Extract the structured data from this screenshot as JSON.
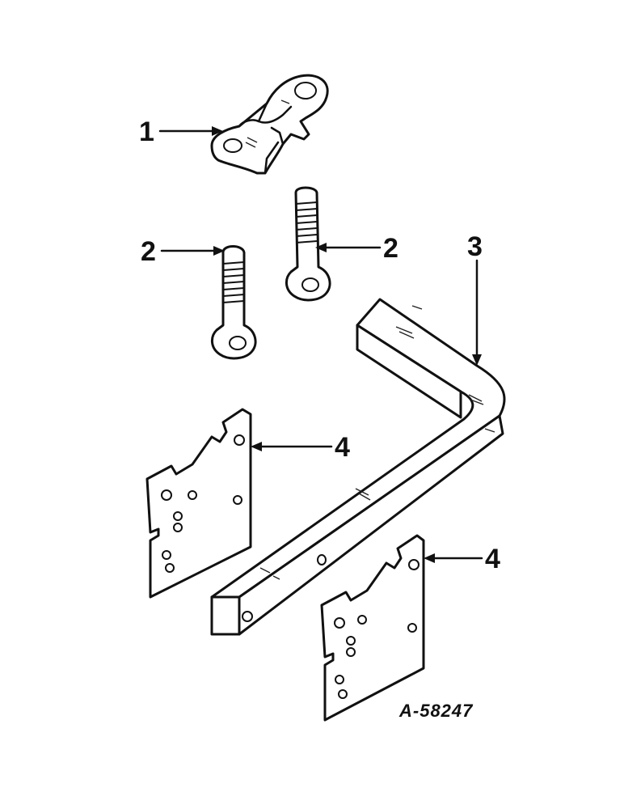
{
  "callouts": {
    "part1": "1",
    "part2_left": "2",
    "part2_right": "2",
    "part3": "3",
    "part4_top": "4",
    "part4_bottom": "4"
  },
  "figure_id": "A-58247",
  "parts": [
    "bracket",
    "eye-bolt",
    "eye-bolt",
    "bent-bar",
    "plate",
    "plate"
  ]
}
